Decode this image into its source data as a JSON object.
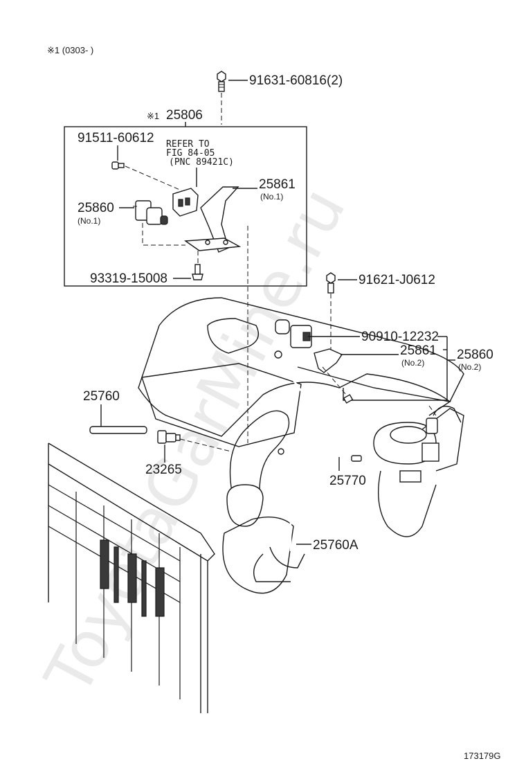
{
  "note_header": "※1 (0303-      )",
  "watermark": "ToyotaGarMine.ru",
  "figure_id": "173179G",
  "parts": {
    "bolt_top": "91631-60816(2)",
    "assembly_mark": "※1",
    "assembly": "25806",
    "screw": "91511-60612",
    "refer_line1": "REFER TO",
    "refer_line2": "FIG 84-05",
    "refer_line3": "(PNC 89421C)",
    "bracket_no1": "25861",
    "bracket_no1_sub": "(No.1)",
    "valve_no1": "25860",
    "valve_no1_sub": "(No.1)",
    "bolt_box": "93319-15008",
    "bolt_right": "91621-J0612",
    "hose_clip": "90910-12232",
    "bracket_no2": "25861",
    "bracket_no2_sub": "(No.2)",
    "valve_no2": "25860",
    "valve_no2_sub": "(No.2)",
    "pipe": "25760",
    "sensor": "23265",
    "hose": "25770",
    "pipe_a": "25760A"
  }
}
